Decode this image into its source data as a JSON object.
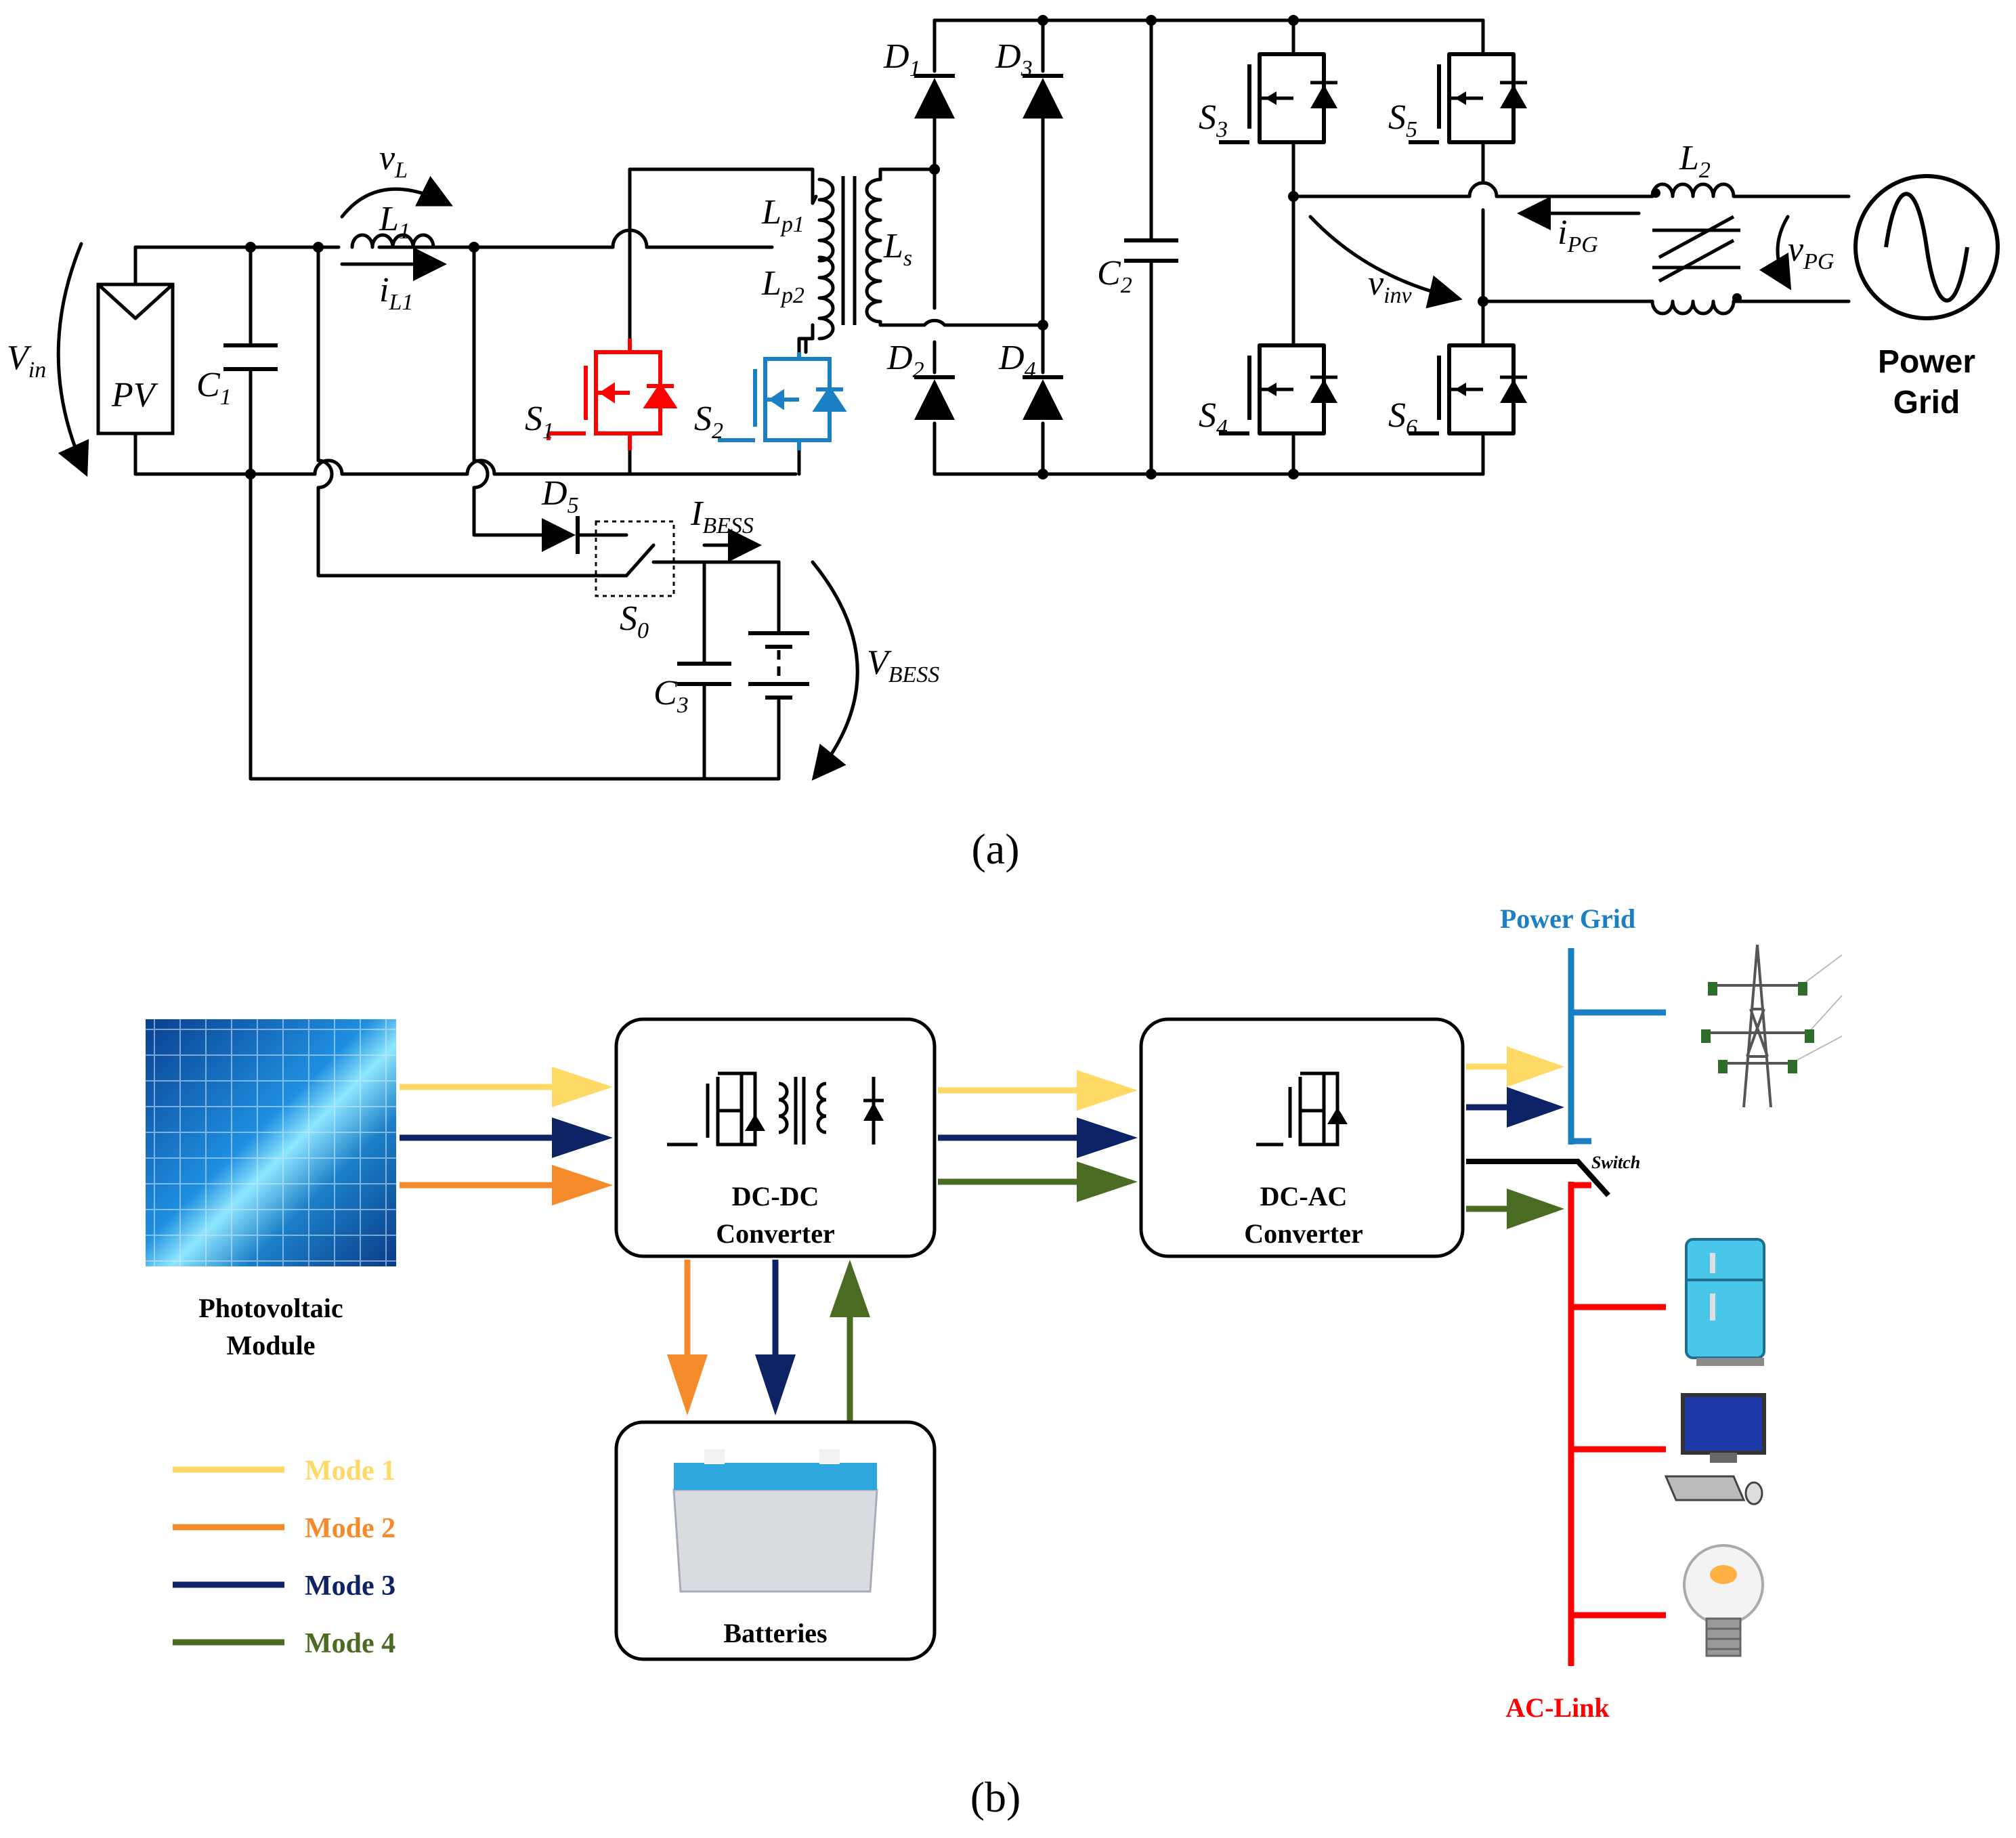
{
  "panel_a": {
    "caption": "(a)",
    "labels": {
      "vin": "V",
      "vin_sub": "in",
      "pv": "PV",
      "c1": "C",
      "c1_sub": "1",
      "vl": "v",
      "vl_sub": "L",
      "l1": "L",
      "l1_sub": "1",
      "il1": "i",
      "il1_sub": "L1",
      "s1": "S",
      "s1_sub": "1",
      "s2": "S",
      "s2_sub": "2",
      "lp1": "L",
      "lp1_sub": "p1",
      "lp2": "L",
      "lp2_sub": "p2",
      "ls": "L",
      "ls_sub": "s",
      "d1": "D",
      "d1_sub": "1",
      "d2": "D",
      "d2_sub": "2",
      "d3": "D",
      "d3_sub": "3",
      "d4": "D",
      "d4_sub": "4",
      "d5": "D",
      "d5_sub": "5",
      "c2": "C",
      "c2_sub": "2",
      "c3": "C",
      "c3_sub": "3",
      "s0": "S",
      "s0_sub": "0",
      "ibess": "I",
      "ibess_sub": "BESS",
      "vbess": "V",
      "vbess_sub": "BESS",
      "s3": "S",
      "s3_sub": "3",
      "s4": "S",
      "s4_sub": "4",
      "s5": "S",
      "s5_sub": "5",
      "s6": "S",
      "s6_sub": "6",
      "vinv": "v",
      "vinv_sub": "inv",
      "l2": "L",
      "l2_sub": "2",
      "ipg": "i",
      "ipg_sub": "PG",
      "vpg": "v",
      "vpg_sub": "PG",
      "grid_line1": "Power",
      "grid_line2": "Grid"
    }
  },
  "panel_b": {
    "caption": "(b)",
    "pv_label_line1": "Photovoltaic",
    "pv_label_line2": "Module",
    "dcdc_line1": "DC-DC",
    "dcdc_line2": "Converter",
    "dcac_line1": "DC-AC",
    "dcac_line2": "Converter",
    "batteries": "Batteries",
    "power_grid": "Power Grid",
    "ac_link": "AC-Link",
    "switch": "Switch",
    "legend": [
      {
        "label": "Mode 1",
        "color": "#FFD966"
      },
      {
        "label": "Mode 2",
        "color": "#F58A2A"
      },
      {
        "label": "Mode 3",
        "color": "#0D2366"
      },
      {
        "label": "Mode 4",
        "color": "#4A6B22"
      }
    ],
    "colors": {
      "grid_bus": "#1B7FC4",
      "ac_link_bus": "#FF0000",
      "s1_highlight": "#FF0000",
      "s2_highlight": "#1B7FC4"
    }
  }
}
